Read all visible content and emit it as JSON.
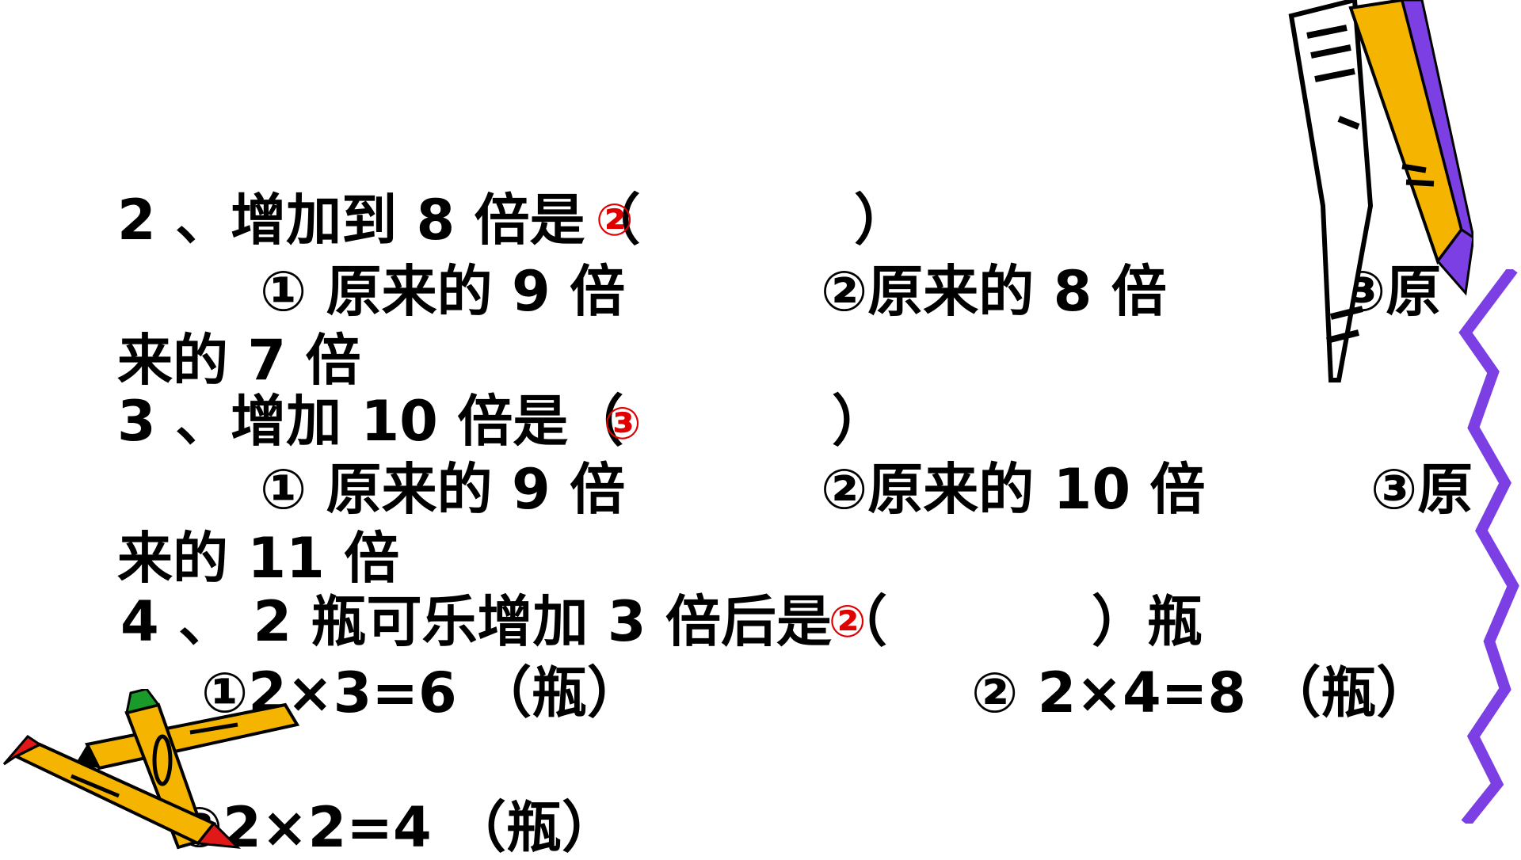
{
  "q2": {
    "stem_open": "2 、增加到 8 倍是（",
    "answer": "②",
    "stem_close": "）",
    "opt1": "① 原来的 9 倍",
    "opt2": "②原来的 8 倍",
    "opt3a": "③原",
    "opt3b": "来的 7 倍"
  },
  "q3": {
    "stem_open": "3 、增加 10 倍是（",
    "answer": "③",
    "stem_close": "）",
    "opt1": "① 原来的 9 倍",
    "opt2": "②原来的 10 倍",
    "opt3a": "③原",
    "opt3b": "来的 11 倍"
  },
  "q4": {
    "stem_open": "4 、 2 瓶可乐增加 3 倍后是（",
    "answer": "②",
    "stem_close": "）瓶",
    "opt1": "①2×3=6 （瓶）",
    "opt2": "② 2×4=8 （瓶）",
    "opt3": "③2×2=4 （瓶）"
  },
  "decor": {
    "pencil_color": "#f5b400",
    "accent_purple": "#7b3fe4",
    "eraser_red": "#e01818",
    "tip_green": "#1a9a2a"
  }
}
